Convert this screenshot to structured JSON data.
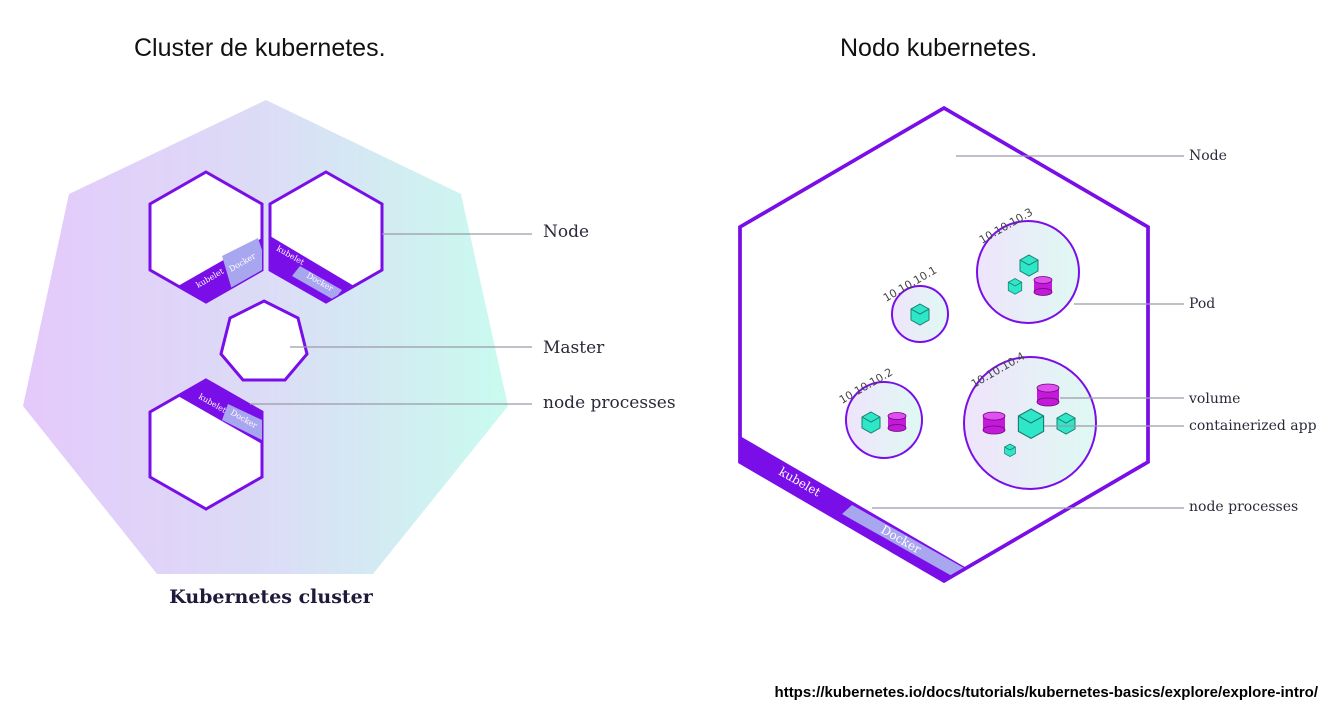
{
  "left_diagram": {
    "heading": "Cluster de kubernetes.",
    "caption": "Kubernetes cluster",
    "labels": {
      "node": "Node",
      "master": "Master",
      "node_processes": "node processes"
    },
    "tags": {
      "kubelet": "kubelet",
      "docker": "Docker"
    }
  },
  "right_diagram": {
    "heading": "Nodo kubernetes.",
    "labels": {
      "node": "Node",
      "pod": "Pod",
      "volume": "volume",
      "containerized_app": "containerized app",
      "node_processes": "node processes"
    },
    "pods": [
      {
        "ip": "10.10.10.1"
      },
      {
        "ip": "10.10.10.2"
      },
      {
        "ip": "10.10.10.3"
      },
      {
        "ip": "10.10.10.4"
      }
    ],
    "tags": {
      "kubelet": "kubelet",
      "docker": "Docker"
    }
  },
  "source_url": "https://kubernetes.io/docs/tutorials/kubernetes-basics/explore/explore-intro/",
  "colors": {
    "accent_purple": "#7a0ee8",
    "docker_blue": "#a9a6f0",
    "container_teal": "#2ee6c8",
    "volume_magenta": "#c21ad8"
  }
}
